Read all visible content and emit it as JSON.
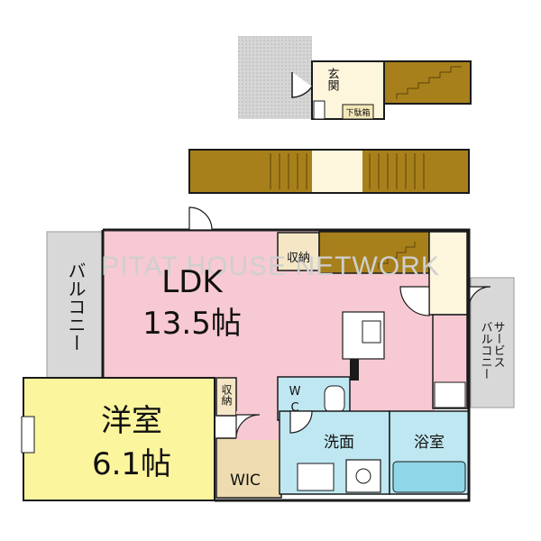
{
  "colors": {
    "ldk": "#f7c9d2",
    "western": "#fbf59d",
    "wet": "#bfe7f1",
    "wic": "#eedbb0",
    "stairs": "#a8801b",
    "balcony": "#d8d8d8",
    "corridor": "#fdf5dc",
    "wall": "#1a1a1a",
    "bath": "#8fd7e8"
  },
  "rooms": {
    "ldk_name": "LDK",
    "ldk_size": "13.5帖",
    "western_name": "洋室",
    "western_size": "6.1帖",
    "balcony": "バルコニー",
    "service_balcony_1": "サービス",
    "service_balcony_2": "バルコニー",
    "storage_ldk": "収納",
    "storage_western": "収納",
    "wc_1": "W",
    "wc_2": "C",
    "washroom": "洗面",
    "bathroom": "浴室",
    "wic": "WIC",
    "entrance": "玄関",
    "shoe_box": "下駄箱"
  },
  "watermark": "PITAT HOUSE NETWORK",
  "icons": [
    "door-swing-icon",
    "stairs-icon",
    "toilet-icon",
    "washing-machine-icon",
    "sink-icon",
    "bathtub-icon",
    "kitchen-icon"
  ]
}
